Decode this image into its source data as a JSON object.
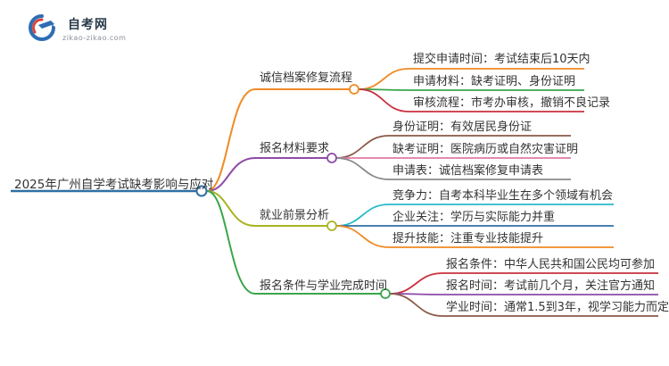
{
  "logo": {
    "title": "自考网",
    "url": "zikao-zikao.com",
    "colors": {
      "blue": "#2e6db4",
      "red": "#d9453a"
    }
  },
  "mindmap": {
    "root": {
      "label": "2025年广州自学考试缺考影响与应对",
      "color": "#2f6fa6"
    },
    "branches": [
      {
        "label": "诚信档案修复流程",
        "color": "#f08a24",
        "children": [
          {
            "label": "提交申请时间：考试结束后10天内",
            "color": "#f08a24"
          },
          {
            "label": "申请材料：缺考证明、身份证明",
            "color": "#3aa64a"
          },
          {
            "label": "审核流程：市考办审核，撤销不良记录",
            "color": "#c9303d"
          }
        ]
      },
      {
        "label": "报名材料要求",
        "color": "#8e4aa8",
        "children": [
          {
            "label": "身份证明：有效居民身份证",
            "color": "#8a5a48"
          },
          {
            "label": "缺考证明：医院病历或自然灾害证明",
            "color": "#e07aa8"
          },
          {
            "label": "申请表：诚信档案修复申请表",
            "color": "#8a8a8a"
          }
        ]
      },
      {
        "label": "就业前景分析",
        "color": "#a8b422",
        "children": [
          {
            "label": "竞争力：自考本科毕业生在多个领域有机会",
            "color": "#29b8c9"
          },
          {
            "label": "企业关注：学历与实际能力并重",
            "color": "#2f6fa6"
          },
          {
            "label": "提升技能：注重专业技能提升",
            "color": "#f08a24"
          }
        ]
      },
      {
        "label": "报名条件与学业完成时间",
        "color": "#3aa64a",
        "children": [
          {
            "label": "报名条件：中华人民共和国公民均可参加",
            "color": "#c9303d"
          },
          {
            "label": "报名时间：考试前几个月，关注官方通知",
            "color": "#8e4aa8"
          },
          {
            "label": "学业时间：通常1.5到3年，视学习能力而定",
            "color": "#8a5a48"
          }
        ]
      }
    ]
  }
}
